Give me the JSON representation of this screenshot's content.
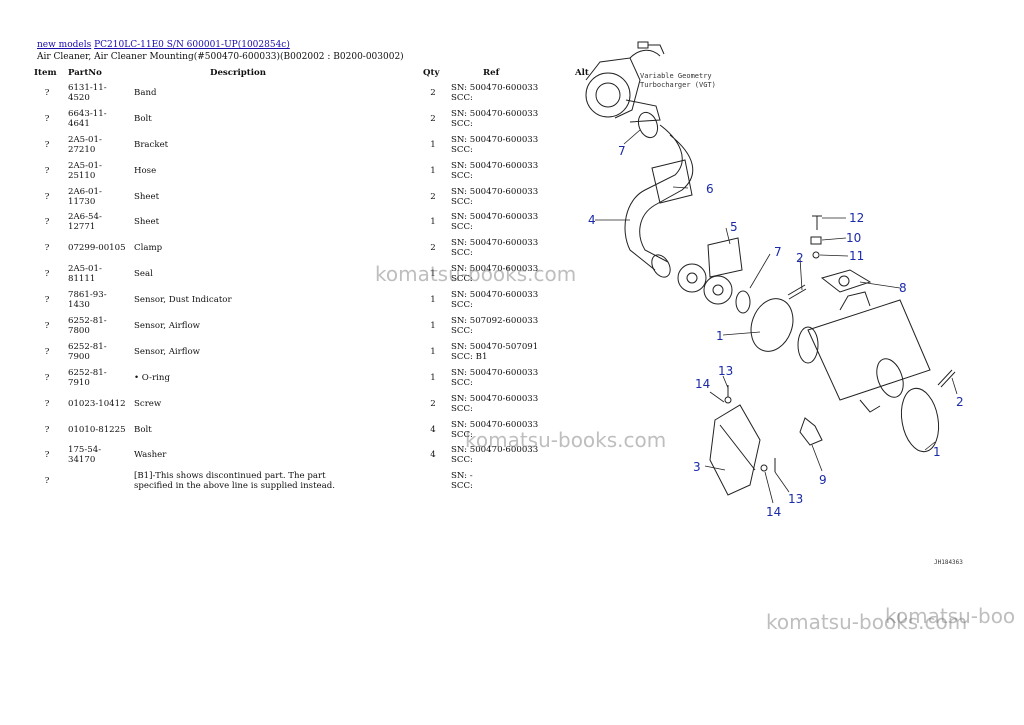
{
  "breadcrumb": {
    "link1": "new models",
    "link2": "PC210LC-11E0 S/N 600001-UP(1002854c)"
  },
  "subtitle": "Air Cleaner, Air Cleaner Mounting(#500470-600033)(B002002 : B0200-003002)",
  "columns": {
    "item": "Item",
    "partno": "PartNo",
    "description": "Description",
    "qty": "Qty",
    "ref": "Ref",
    "alt": "Alt"
  },
  "rows": [
    {
      "item": "?",
      "partno": "6131-11-4520",
      "desc": "Band",
      "qty": "2",
      "ref1": "SN: 500470-600033",
      "ref2": "SCC:"
    },
    {
      "item": "?",
      "partno": "6643-11-4641",
      "desc": "Bolt",
      "qty": "2",
      "ref1": "SN: 500470-600033",
      "ref2": "SCC:"
    },
    {
      "item": "?",
      "partno": "2A5-01-27210",
      "desc": "Bracket",
      "qty": "1",
      "ref1": "SN: 500470-600033",
      "ref2": "SCC:"
    },
    {
      "item": "?",
      "partno": "2A5-01-25110",
      "desc": "Hose",
      "qty": "1",
      "ref1": "SN: 500470-600033",
      "ref2": "SCC:"
    },
    {
      "item": "?",
      "partno": "2A6-01-11730",
      "desc": "Sheet",
      "qty": "2",
      "ref1": "SN: 500470-600033",
      "ref2": "SCC:"
    },
    {
      "item": "?",
      "partno": "2A6-54-12771",
      "desc": "Sheet",
      "qty": "1",
      "ref1": "SN: 500470-600033",
      "ref2": "SCC:"
    },
    {
      "item": "?",
      "partno": "07299-00105",
      "desc": "Clamp",
      "qty": "2",
      "ref1": "SN: 500470-600033",
      "ref2": "SCC:"
    },
    {
      "item": "?",
      "partno": "2A5-01-81111",
      "desc": "Seal",
      "qty": "1",
      "ref1": "SN: 500470-600033",
      "ref2": "SCC:"
    },
    {
      "item": "?",
      "partno": "7861-93-1430",
      "desc": "Sensor, Dust Indicator",
      "qty": "1",
      "ref1": "SN: 500470-600033",
      "ref2": "SCC:"
    },
    {
      "item": "?",
      "partno": "6252-81-7800",
      "desc": "Sensor, Airflow",
      "qty": "1",
      "ref1": "SN: 507092-600033",
      "ref2": "SCC:"
    },
    {
      "item": "?",
      "partno": "6252-81-7900",
      "desc": "Sensor, Airflow",
      "qty": "1",
      "ref1": "SN: 500470-507091",
      "ref2": "SCC: B1"
    },
    {
      "item": "?",
      "partno": "6252-81-7910",
      "desc": "• O-ring",
      "qty": "1",
      "ref1": "SN: 500470-600033",
      "ref2": "SCC:"
    },
    {
      "item": "?",
      "partno": "01023-10412",
      "desc": "Screw",
      "qty": "2",
      "ref1": "SN: 500470-600033",
      "ref2": "SCC:"
    },
    {
      "item": "?",
      "partno": "01010-81225",
      "desc": "Bolt",
      "qty": "4",
      "ref1": "SN: 500470-600033",
      "ref2": "SCC:"
    },
    {
      "item": "?",
      "partno": "175-54-34170",
      "desc": "Washer",
      "qty": "4",
      "ref1": "SN: 500470-600033",
      "ref2": "SCC:"
    }
  ],
  "note_row": {
    "item": "?",
    "desc1": "[B1]-This shows discontinued part. The part",
    "desc2": "specified in the above line is supplied instead.",
    "ref1": "SN: -",
    "ref2": "SCC:"
  },
  "diagram": {
    "vgt_line1": "Variable Geometry",
    "vgt_line2": "Turbocharger (VGT)",
    "figure_id": "JH184363",
    "callouts": [
      "7",
      "6",
      "4",
      "5",
      "7",
      "2",
      "12",
      "10",
      "11",
      "8",
      "1",
      "13",
      "14",
      "2",
      "1",
      "3",
      "9",
      "13",
      "14"
    ]
  },
  "watermarks": [
    "komatsu-books.com",
    "komatsu-books.com",
    "komatsu-books.com",
    "komatsu-boo"
  ],
  "colors": {
    "link": "#1a0dab",
    "callout": "#1a2aa8"
  }
}
